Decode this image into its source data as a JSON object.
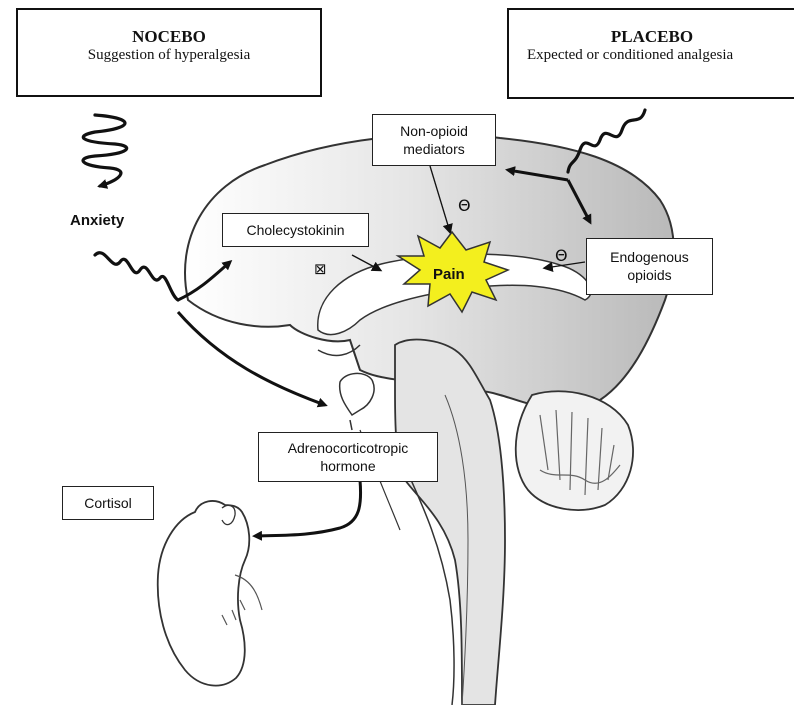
{
  "nocebo": {
    "title": "NOCEBO",
    "subtitle": "Suggestion of hyperalgesia"
  },
  "placebo": {
    "title": "PLACEBO",
    "subtitle": "Expected or conditioned analgesia"
  },
  "labels": {
    "anxiety": "Anxiety",
    "non_opioid_line1": "Non-opioid",
    "non_opioid_line2": "mediators",
    "cholecystokinin": "Cholecystokinin",
    "endogenous_line1": "Endogenous",
    "endogenous_line2": "opioids",
    "pain": "Pain",
    "acth_line1": "Adrenocorticotropic",
    "acth_line2": "hormone",
    "cortisol": "Cortisol",
    "inhibit_symbol": "Θ",
    "facilitate_symbol": "⊠"
  },
  "colors": {
    "pain_fill": "#f3ef1e",
    "outline": "#222222",
    "shade": "#bdbdbd"
  }
}
